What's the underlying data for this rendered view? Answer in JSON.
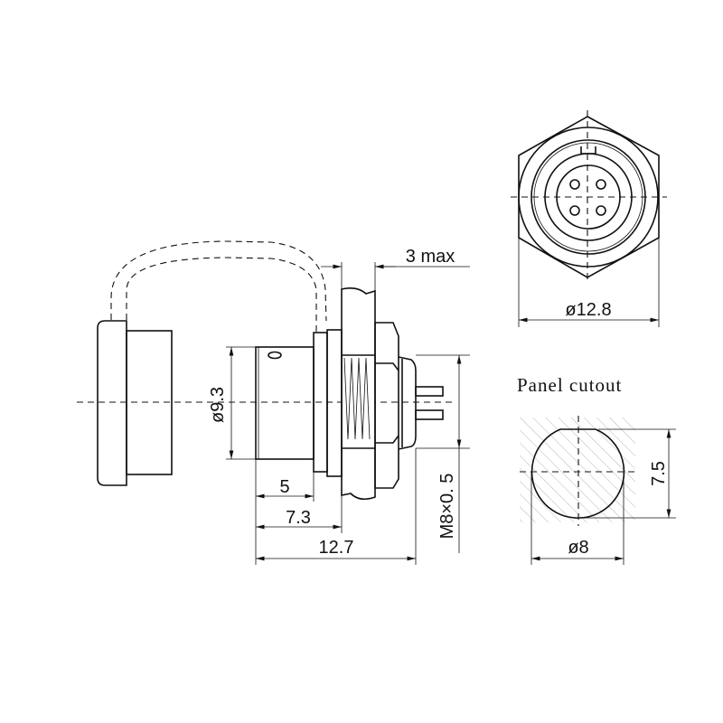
{
  "side_view": {
    "dim_diameter": "ø9.3",
    "dim_5": "5",
    "dim_7_3": "7.3",
    "dim_12_7": "12.7",
    "dim_thread": "M8×0. 5",
    "dim_panel": "3 max"
  },
  "front_view": {
    "dim_diameter": "ø12.8"
  },
  "cutout": {
    "title": "Panel cutout",
    "dim_height": "7.5",
    "dim_diameter": "ø8"
  }
}
